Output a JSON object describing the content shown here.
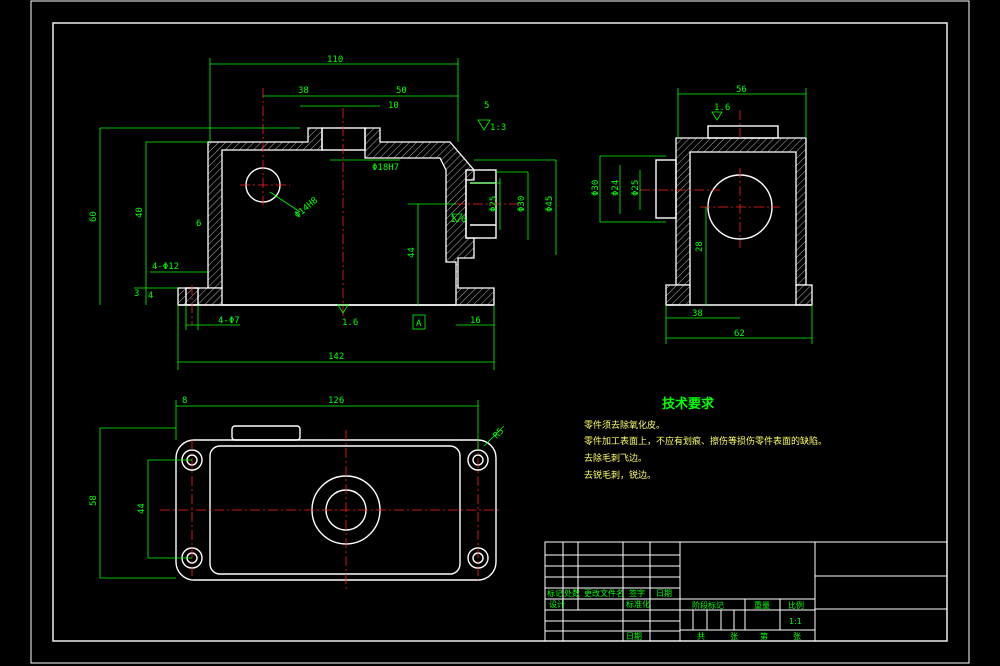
{
  "colors": {
    "background": "#000000",
    "outline": "#ffffff",
    "dimension": "#00ff00",
    "centerline": "#ff2020",
    "notes": "#ffff66"
  },
  "front_view": {
    "dims": {
      "overall_width": "110",
      "left_38": "38",
      "right_50": "50",
      "small_10": "10",
      "slope_5": "5",
      "slope_13": "1:3",
      "height_60": "60",
      "height_40": "40",
      "height_6": "6",
      "bolt_holes": "4-Φ12",
      "base_3": "3",
      "base_4": "4",
      "counterbore": "4-Φ7",
      "side_44": "44",
      "side_16": "16",
      "total_142": "142",
      "bore": "Φ18H7",
      "hole_14": "Φ14H8",
      "d25": "Φ25",
      "d30": "Φ30",
      "d45": "Φ45",
      "rough_16": "1.6",
      "rough_16b": "1.6",
      "datum": "A"
    }
  },
  "side_view": {
    "dims": {
      "top_56": "56",
      "rough": "1.6",
      "d30": "Φ30",
      "d24": "Φ24",
      "d25": "Φ25",
      "h20": "28",
      "bot_38": "38",
      "total_62": "62"
    }
  },
  "top_view": {
    "dims": {
      "left_8": "8",
      "width_126": "126",
      "radius": "R5",
      "height_58": "58",
      "inner_44": "44"
    }
  },
  "tech_requirements": {
    "title": "技术要求",
    "items": [
      "零件须去除氧化皮。",
      "零件加工表面上，不应有划痕、擦伤等损伤零件表面的缺陷。",
      "去除毛刺飞边。",
      "去锐毛刺，锐边。"
    ]
  },
  "title_block": {
    "row1": [
      "标记",
      "处数",
      "更改文件名",
      "签字",
      "日期"
    ],
    "row2": [
      "设计",
      "",
      "",
      "标准化",
      ""
    ],
    "stage_labels": [
      "阶段标记",
      "重量",
      "比例"
    ],
    "scale": "1:1",
    "bottom_labels": [
      "共",
      "张",
      "第",
      "张"
    ],
    "approve": "日期"
  }
}
